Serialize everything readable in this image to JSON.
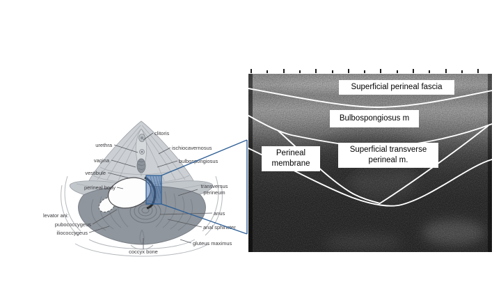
{
  "diagram": {
    "description": "labeled perineal anatomy illustration",
    "labels": [
      "clitoris",
      "urethra",
      "ischiocavernosus",
      "vagina",
      "bulbospongiosus",
      "vestibule",
      "perineal body",
      "transversus",
      "perineum",
      "levator ani:",
      "anus",
      "pubococcygeus",
      "anal sphincter",
      "iliococcygeus",
      "gluteus maximus",
      "coccyx bone"
    ]
  },
  "ultrasound": {
    "labels": {
      "fascia": "Superficial perineal fascia",
      "bulbo": "Bulbospongiosus m",
      "membrane_line1": "Perineal",
      "membrane_line2": "membrane",
      "transverse_line1": "Superficial transverse",
      "transverse_line2": "perineal m."
    },
    "ruler": {
      "tick_count": 15
    }
  },
  "colors": {
    "callout_blue": "#2e5f96",
    "highlight_fill": "#4672ad",
    "diagram_label_text": "#3a3a3e"
  }
}
